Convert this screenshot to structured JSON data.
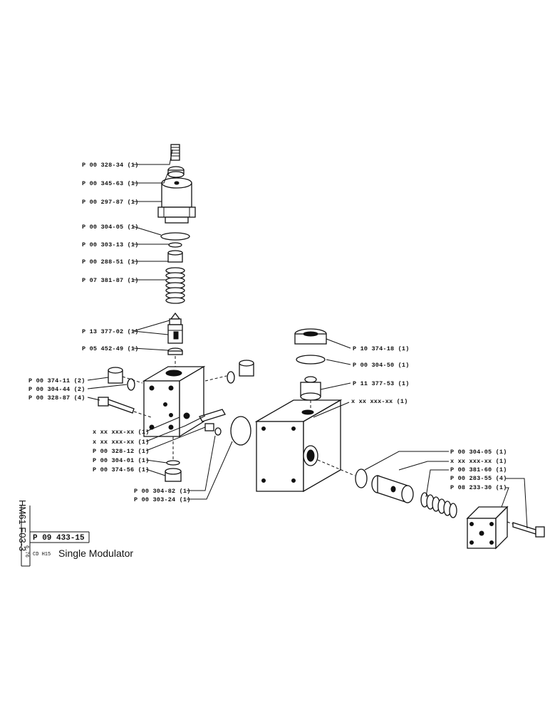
{
  "title_block": {
    "sheet_code": "HM61 F03-3",
    "part_number": "P 09 433-15",
    "date": "6.76",
    "model": "CD H15",
    "title": "Single Modulator"
  },
  "callouts": {
    "c01": "P 00 328-34 (1)",
    "c02": "P 00 345-63 (1)",
    "c03": "P 00 297-87 (1)",
    "c04": "P 00 304-05 (1)",
    "c05": "P 00 303-13 (1)",
    "c06": "P 00 288-51 (1)",
    "c07": "P 07 381-87 (1)",
    "c08": "P 13 377-02 (1)",
    "c09": "P 05 452-49 (1)",
    "c10": "P 00 374-11 (2)",
    "c11": "P 00 304-44 (2)",
    "c12": "P 00 328-87 (4)",
    "c13": "x xx xxx-xx (1)",
    "c14": "x xx xxx-xx (1)",
    "c15": "P 00 328-12 (1)",
    "c16": "P 00 304-01 (1)",
    "c17": "P 00 374-56 (1)",
    "c18": "P 00 304-82 (1)",
    "c19": "P 00 303-24 (1)",
    "c20": "P 10 374-18 (1)",
    "c21": "P 00 304-50 (1)",
    "c22": "P 11 377-53 (1)",
    "c23": "x xx xxx-xx (1)",
    "c24": "P 00 304-05 (1)",
    "c25": "x xx xxx-xx (1)",
    "c26": "P 00 381-60 (1)",
    "c27": "P 00 283-55 (4)",
    "c28": "P 08 233-30 (1)"
  }
}
